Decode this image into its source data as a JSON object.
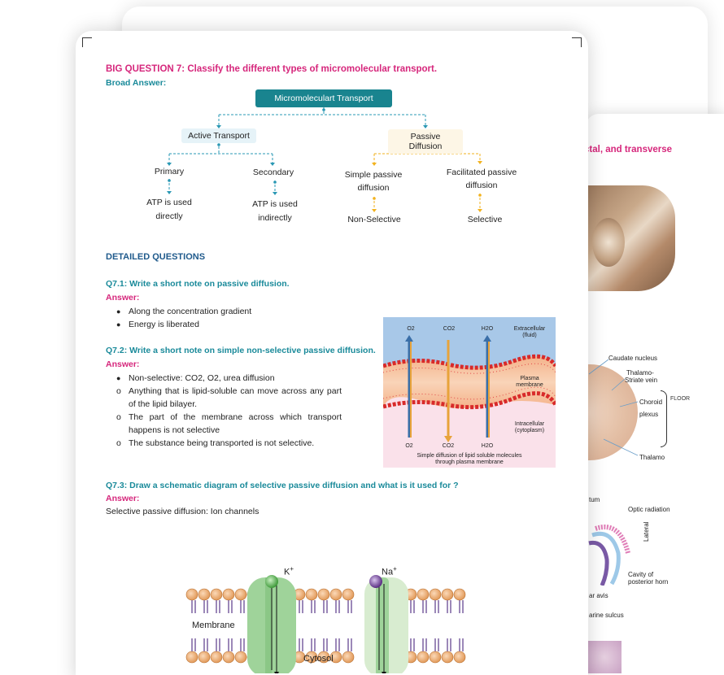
{
  "back_page": {
    "heading": "ctal, and transverse",
    "labels": {
      "caudate": "Caudate nucleus",
      "thalamo_striate_1": "Thalamo-",
      "thalamo_striate_2": "Striate vein",
      "choroid": "Choroid",
      "plexus": "plexus",
      "floor_letters": "FLOOR",
      "thalamo": "Thalamo",
      "tum": "tum",
      "optic": "Optic radiation",
      "lateral": "Lateral",
      "cavity_1": "Cavity of",
      "cavity_2": "posterior horn",
      "ar_avis": "ar avis",
      "arine_sulcus": "arine sulcus"
    }
  },
  "big_question": {
    "title": "BIG QUESTION 7: Classify the different types of micromolecular transport.",
    "broad_answer_label": "Broad Answer:"
  },
  "flowchart": {
    "root": "Micromoleculart Transport",
    "active": {
      "label": "Active Transport",
      "primary": "Primary",
      "secondary": "Secondary",
      "primary_note_1": "ATP is used",
      "primary_note_2": "directly",
      "secondary_note_1": "ATP is used",
      "secondary_note_2": "indirectly"
    },
    "passive": {
      "label": "Passive Diffusion",
      "simple_1": "Simple passive",
      "simple_2": "diffusion",
      "facilitated_1": "Facilitated passive",
      "facilitated_2": "diffusion",
      "simple_note": "Non-Selective",
      "facilitated_note": "Selective"
    },
    "colors": {
      "active": "#2a98b4",
      "passive": "#f2b21e",
      "root": "#19848f"
    }
  },
  "detailed": {
    "heading": "DETAILED QUESTIONS",
    "q1": {
      "question": "Q7.1: Write a short note on passive diffusion.",
      "answer_label": "Answer:",
      "points": [
        "Along the concentration gradient",
        "Energy is liberated"
      ]
    },
    "q2": {
      "question": "Q7.2: Write a short note on simple non-selective passive diffusion.",
      "answer_label": "Answer:",
      "points": [
        "Non-selective: CO2, O2, urea diffusion",
        "Anything that is lipid-soluble can move across any part of the lipid bilayer.",
        "The part of the membrane across which transport happens is not selective",
        "The substance being transported is not selective."
      ]
    },
    "q3": {
      "question": "Q7.3: Draw a schematic diagram of selective passive diffusion and what is it used for ?",
      "answer_label": "Answer:",
      "text": "Selective passive diffusion: Ion channels"
    }
  },
  "diffusion_figure": {
    "top_o2": "O2",
    "top_co2": "CO2",
    "top_h2o": "H2O",
    "bot_o2": "O2",
    "bot_co2": "CO2",
    "bot_h2o": "H2O",
    "extracellular_1": "Extracellular",
    "extracellular_2": "(fluid)",
    "plasma_1": "Plasma",
    "plasma_2": "membrane",
    "intracellular_1": "Intracellular",
    "intracellular_2": "(cytoplasm)",
    "caption_1": "Simple diffusion of lipid soluble molecules",
    "caption_2": "through plasma membrane"
  },
  "channel_figure": {
    "k": "K",
    "na": "Na",
    "plus": "+",
    "membrane": "Membrane",
    "cytosol": "Cytosol"
  }
}
